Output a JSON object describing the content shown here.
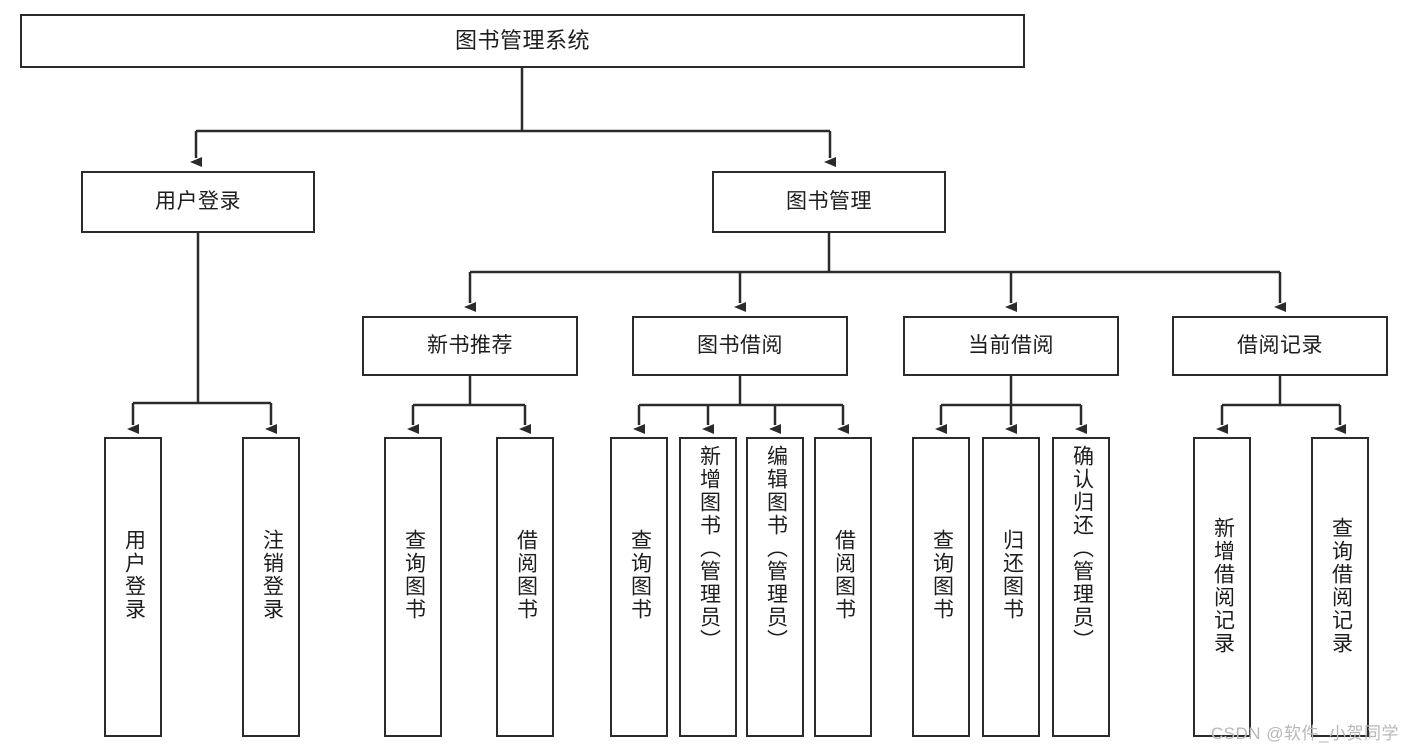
{
  "diagram": {
    "type": "tree-hierarchy",
    "title": "图书管理系统",
    "root": {
      "label": "图书管理系统"
    },
    "level2": [
      {
        "label": "用户登录"
      },
      {
        "label": "图书管理"
      }
    ],
    "level3": [
      {
        "label": "新书推荐"
      },
      {
        "label": "图书借阅"
      },
      {
        "label": "当前借阅"
      },
      {
        "label": "借阅记录"
      }
    ],
    "leaves": {
      "user_login": [
        {
          "label": "用户登录"
        },
        {
          "label": "注销登录"
        }
      ],
      "new_book_recommend": [
        {
          "label": "查询图书"
        },
        {
          "label": "借阅图书"
        }
      ],
      "book_borrow": [
        {
          "label": "查询图书"
        },
        {
          "label": "新增图书（管理员）"
        },
        {
          "label": "编辑图书（管理员）"
        },
        {
          "label": "借阅图书"
        }
      ],
      "current_borrow": [
        {
          "label": "查询图书"
        },
        {
          "label": "归还图书"
        },
        {
          "label": "确认归还（管理员）"
        }
      ],
      "borrow_record": [
        {
          "label": "新增借阅记录"
        },
        {
          "label": "查询借阅记录"
        }
      ]
    }
  },
  "watermark": {
    "text": "CSDN @软件_小贺同学"
  },
  "colors": {
    "stroke": "#2b2b2b",
    "fill": "#ffffff",
    "text": "#1d1d1d",
    "watermark": "#b8b8b8"
  }
}
